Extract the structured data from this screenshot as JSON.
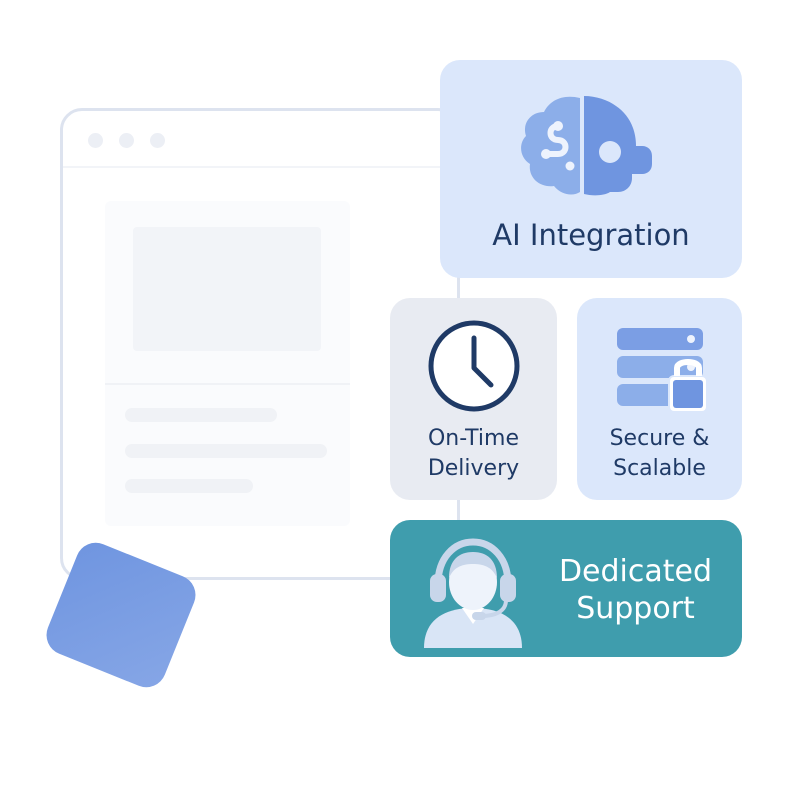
{
  "cards": {
    "ai": {
      "label": "AI Integration",
      "icon": "ai-brain-icon"
    },
    "ontime": {
      "label_line1": "On-Time",
      "label_line2": "Delivery",
      "icon": "clock-icon"
    },
    "secure": {
      "label_line1": "Secure &",
      "label_line2": "Scalable",
      "icon": "server-lock-icon"
    },
    "support": {
      "label_line1": "Dedicated",
      "label_line2": "Support",
      "icon": "headset-agent-icon"
    }
  },
  "colors": {
    "tile_light_blue": "#dbe7fb",
    "tile_grey": "#e8ebf2",
    "tile_teal": "#3f9dad",
    "accent_blue": "#6f95e0",
    "text_navy": "#1f3a66"
  }
}
